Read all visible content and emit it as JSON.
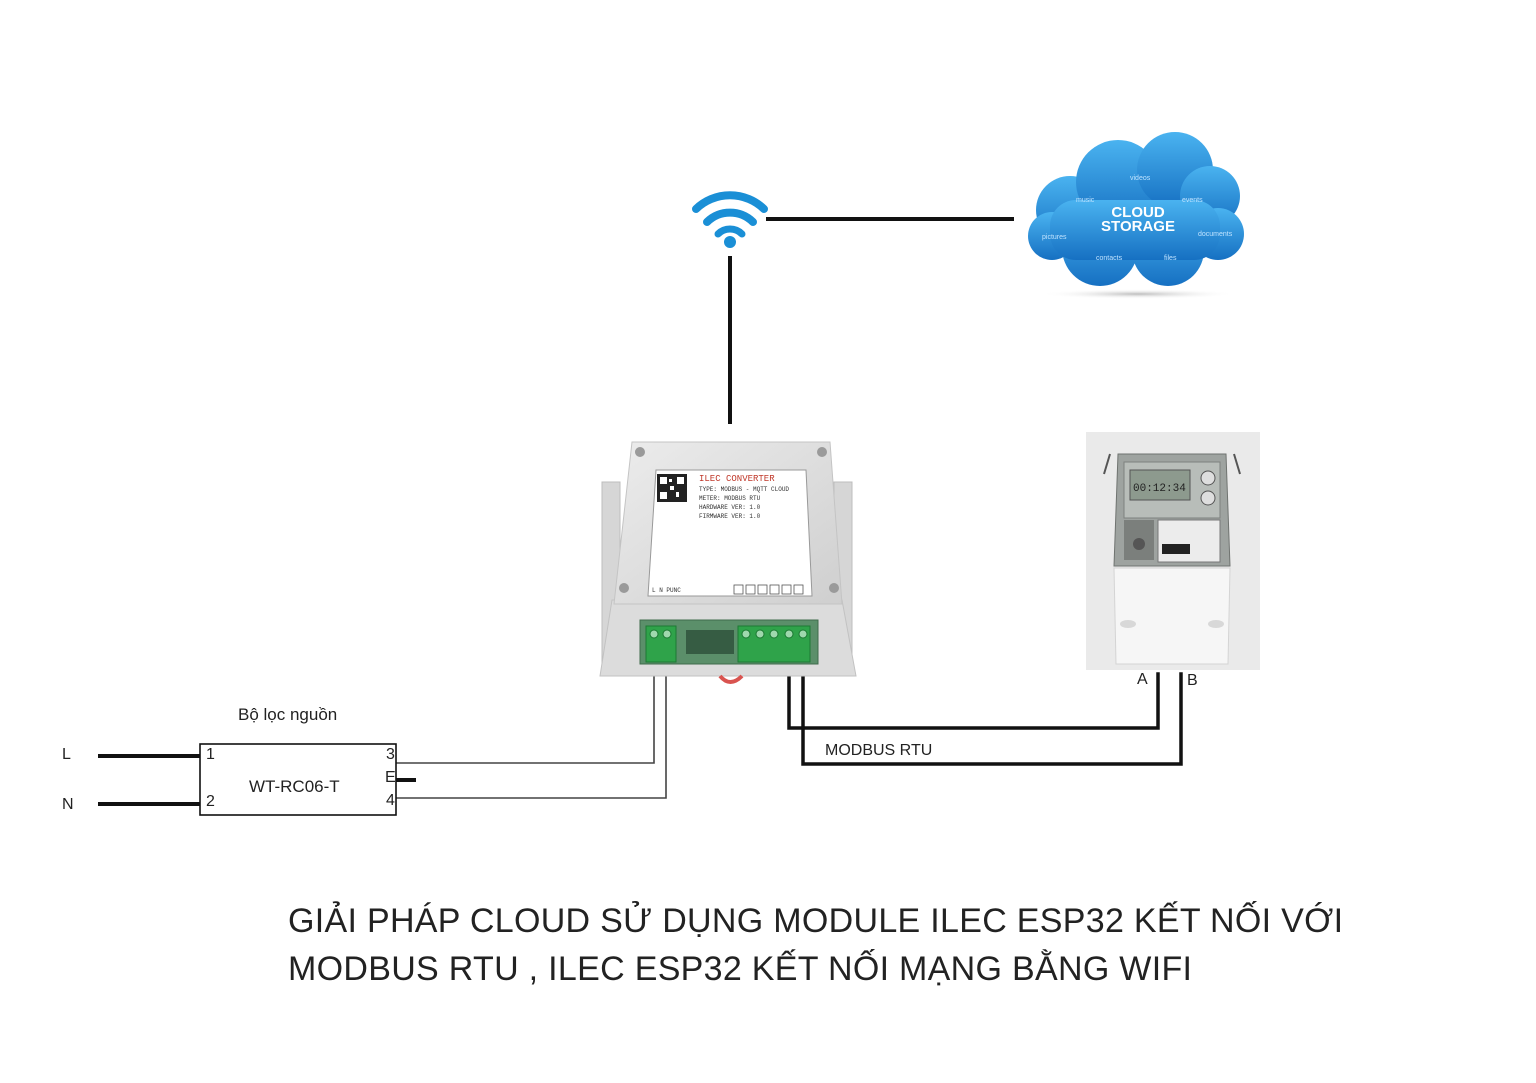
{
  "cloud": {
    "title_line1": "CLOUD",
    "title_line2": "STORAGE",
    "keywords": [
      "videos",
      "music",
      "events",
      "pictures",
      "documents",
      "contacts",
      "files"
    ],
    "colors": {
      "cloud_dark": "#1c7fce",
      "cloud_light": "#3ba7ea"
    }
  },
  "wifi": {
    "icon": "wifi-icon",
    "color": "#1a8fd6"
  },
  "converter": {
    "label_title": "ILEC CONVERTER",
    "label_lines": [
      "TYPE: MODBUS - MQTT CLOUD",
      "METER: MODBUS RTU",
      "HARDWARE VER: 1.0",
      "FIRMWARE VER: 1.0"
    ],
    "label_bottom": "L N PUNC",
    "terminal_color": "#2fa34a"
  },
  "meter": {
    "terminal_a": "A",
    "terminal_b": "B",
    "display": "00:12:34"
  },
  "filter": {
    "title": "Bộ lọc nguồn",
    "model": "WT-RC06-T",
    "pin_1": "1",
    "pin_2": "2",
    "pin_3": "3",
    "pin_e": "E",
    "pin_4": "4"
  },
  "mains": {
    "line": "L",
    "neutral": "N"
  },
  "bus": {
    "label": "MODBUS RTU"
  },
  "caption": {
    "line1": "GIẢI PHÁP  CLOUD SỬ DỤNG MODULE ILEC ESP32 KẾT NỐI VỚI",
    "line2": "MODBUS RTU , ILEC ESP32 KẾT NỐI MẠNG BẰNG WIFI"
  }
}
